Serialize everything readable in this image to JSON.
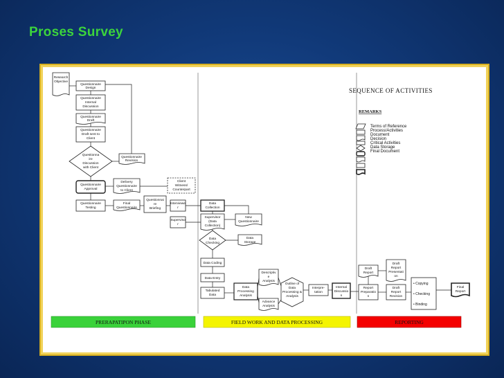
{
  "title": "Proses Survey",
  "diagram": {
    "heading": "SEQUENCE OF ACTIVITIES",
    "remarks_label": "REMARKS",
    "legend": [
      {
        "shape": "parallelogram",
        "label": "Terms of Reference"
      },
      {
        "shape": "rect",
        "label": "Process/Activities"
      },
      {
        "shape": "document",
        "label": "Document"
      },
      {
        "shape": "rect",
        "label": "Decision"
      },
      {
        "shape": "diamond",
        "label": "Critical Activities"
      },
      {
        "shape": "rounded",
        "label": "Data Storage"
      },
      {
        "shape": "document",
        "label": "Final Document"
      },
      {
        "shape": "rect-small",
        "label": ""
      },
      {
        "shape": "bold-doc",
        "label": ""
      }
    ],
    "nodes": {
      "research_objective": "Research Objective",
      "q_design": "Questionnaire Design",
      "q_internal": "Questionnaire Internal Discussion",
      "q_draft": "Questionnaire Draft",
      "q_draft_sent": "Questionnaire Draft sent to Client",
      "q_discussion": "Questionnaire Discussion with Client",
      "q_revision": "Questionnaire Revision",
      "q_approval": "Questionnaire Approval",
      "delivery_q": "Delivery Questionnaire to Client",
      "client_witness": "Client Witness/ Counterpart",
      "q_testing": "Questionnaire Testing",
      "final_q": "Final Questionnaire",
      "q_briefing": "Questionnaire Briefing",
      "interviewer": "Interviewer",
      "data_collection": "Data Collection",
      "supervisor": "Supervisor",
      "supervisor_dc": "Supervisor (Data Collection)",
      "new_q": "New Questionnaire",
      "data_checking": "Data Checking",
      "data_storage": "Data Storage",
      "data_coding": "Data Coding",
      "data_entry": "Data Entry",
      "tabulated": "Tabulated Data",
      "dp_analysis": "Data Processing Analysis",
      "descriptive": "Descriptive Analysis",
      "advance": "Advance Analysis",
      "outline": "Outline of Data Processing & Analysis",
      "interpretation": "Interpretation",
      "internal_discussion": "Internal Discussion",
      "draft_report": "Draft Report",
      "report_prep": "Report Preparation",
      "draft_presentation": "Draft Report Presentation",
      "draft_revision": "Draft Report Revision",
      "copying": "• Copying",
      "checking": "• Checking",
      "binding": "• Binding",
      "final_report": "Final Report"
    },
    "phases": [
      {
        "label": "PRERAPATIPON PHASE",
        "color": "#3ad23a"
      },
      {
        "label": "FIELD WORK AND DATA PROCESSING",
        "color": "#f4f400"
      },
      {
        "label": "REPORTING",
        "color": "#f40000"
      }
    ]
  }
}
